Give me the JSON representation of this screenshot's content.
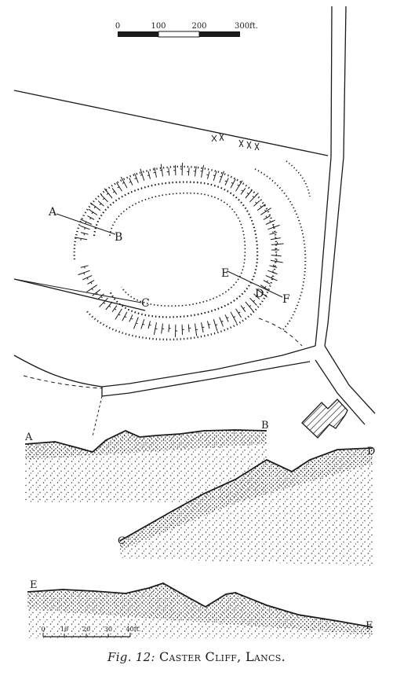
{
  "plan": {
    "scale_bar": {
      "ticks": [
        "0",
        "100",
        "200",
        "300ft."
      ]
    },
    "labels": {
      "A": "A",
      "B": "B",
      "C": "C",
      "D": "D",
      "E": "E",
      "F": "F"
    }
  },
  "sections": {
    "ab": {
      "left_label": "A",
      "right_label": "B"
    },
    "cd": {
      "left_label": "C",
      "right_label": "D"
    },
    "ef": {
      "left_label": "E",
      "right_label": "F"
    },
    "scale_bar": {
      "ticks": [
        "0",
        "10",
        "20",
        "30",
        "40ft."
      ]
    }
  },
  "caption": {
    "figure": "Fig. 12:",
    "title": "Caster Cliff, Lancs."
  }
}
